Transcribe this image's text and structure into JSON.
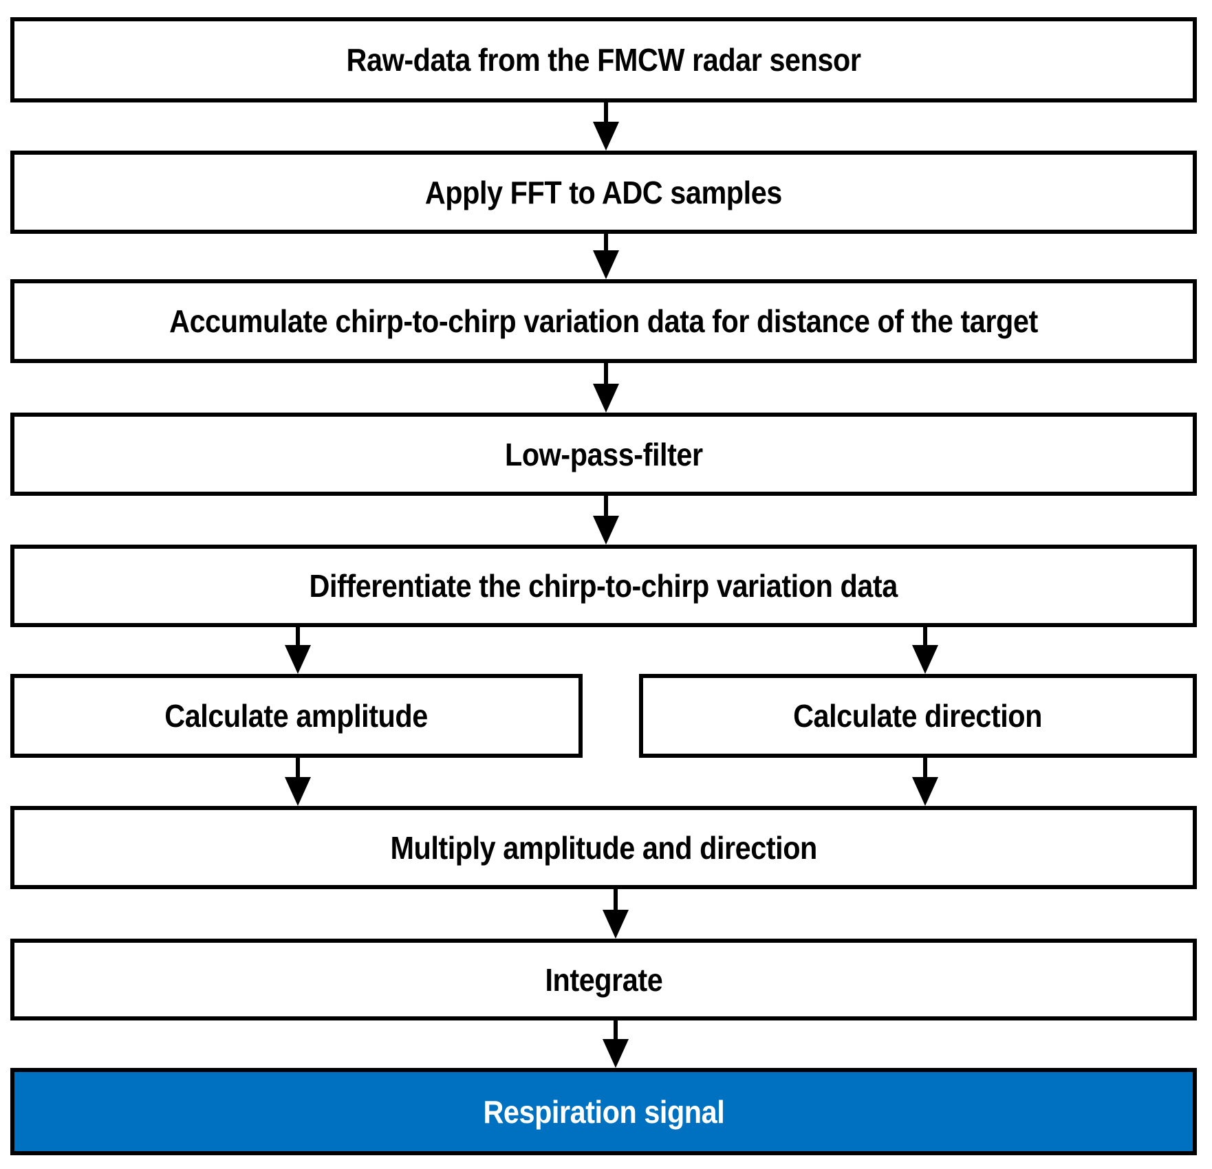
{
  "diagram": {
    "type": "flowchart",
    "direction": "top-down",
    "nodes": [
      {
        "id": "raw-data",
        "label": "Raw-data from the FMCW radar sensor",
        "kind": "process"
      },
      {
        "id": "fft",
        "label": "Apply FFT to ADC samples",
        "kind": "process"
      },
      {
        "id": "accumulate",
        "label": "Accumulate chirp-to-chirp variation data for distance of the target",
        "kind": "process"
      },
      {
        "id": "low-pass",
        "label": "Low-pass-filter",
        "kind": "process"
      },
      {
        "id": "differentiate",
        "label": "Differentiate the chirp-to-chirp variation data",
        "kind": "process"
      },
      {
        "id": "amplitude",
        "label": "Calculate amplitude",
        "kind": "process"
      },
      {
        "id": "direction",
        "label": "Calculate direction",
        "kind": "process"
      },
      {
        "id": "multiply",
        "label": "Multiply amplitude and direction",
        "kind": "process"
      },
      {
        "id": "integrate",
        "label": "Integrate",
        "kind": "process"
      },
      {
        "id": "respiration",
        "label": "Respiration signal",
        "kind": "result"
      }
    ],
    "edges": [
      {
        "from": "raw-data",
        "to": "fft"
      },
      {
        "from": "fft",
        "to": "accumulate"
      },
      {
        "from": "accumulate",
        "to": "low-pass"
      },
      {
        "from": "low-pass",
        "to": "differentiate"
      },
      {
        "from": "differentiate",
        "to": "amplitude"
      },
      {
        "from": "differentiate",
        "to": "direction"
      },
      {
        "from": "amplitude",
        "to": "multiply"
      },
      {
        "from": "direction",
        "to": "multiply"
      },
      {
        "from": "multiply",
        "to": "integrate"
      },
      {
        "from": "integrate",
        "to": "respiration"
      }
    ],
    "colors": {
      "background": "#ffffff",
      "box_fill": "#ffffff",
      "box_border": "#000000",
      "box_text": "#000000",
      "arrow": "#000000",
      "result_fill": "#0070C0",
      "result_text": "#ffffff"
    }
  }
}
